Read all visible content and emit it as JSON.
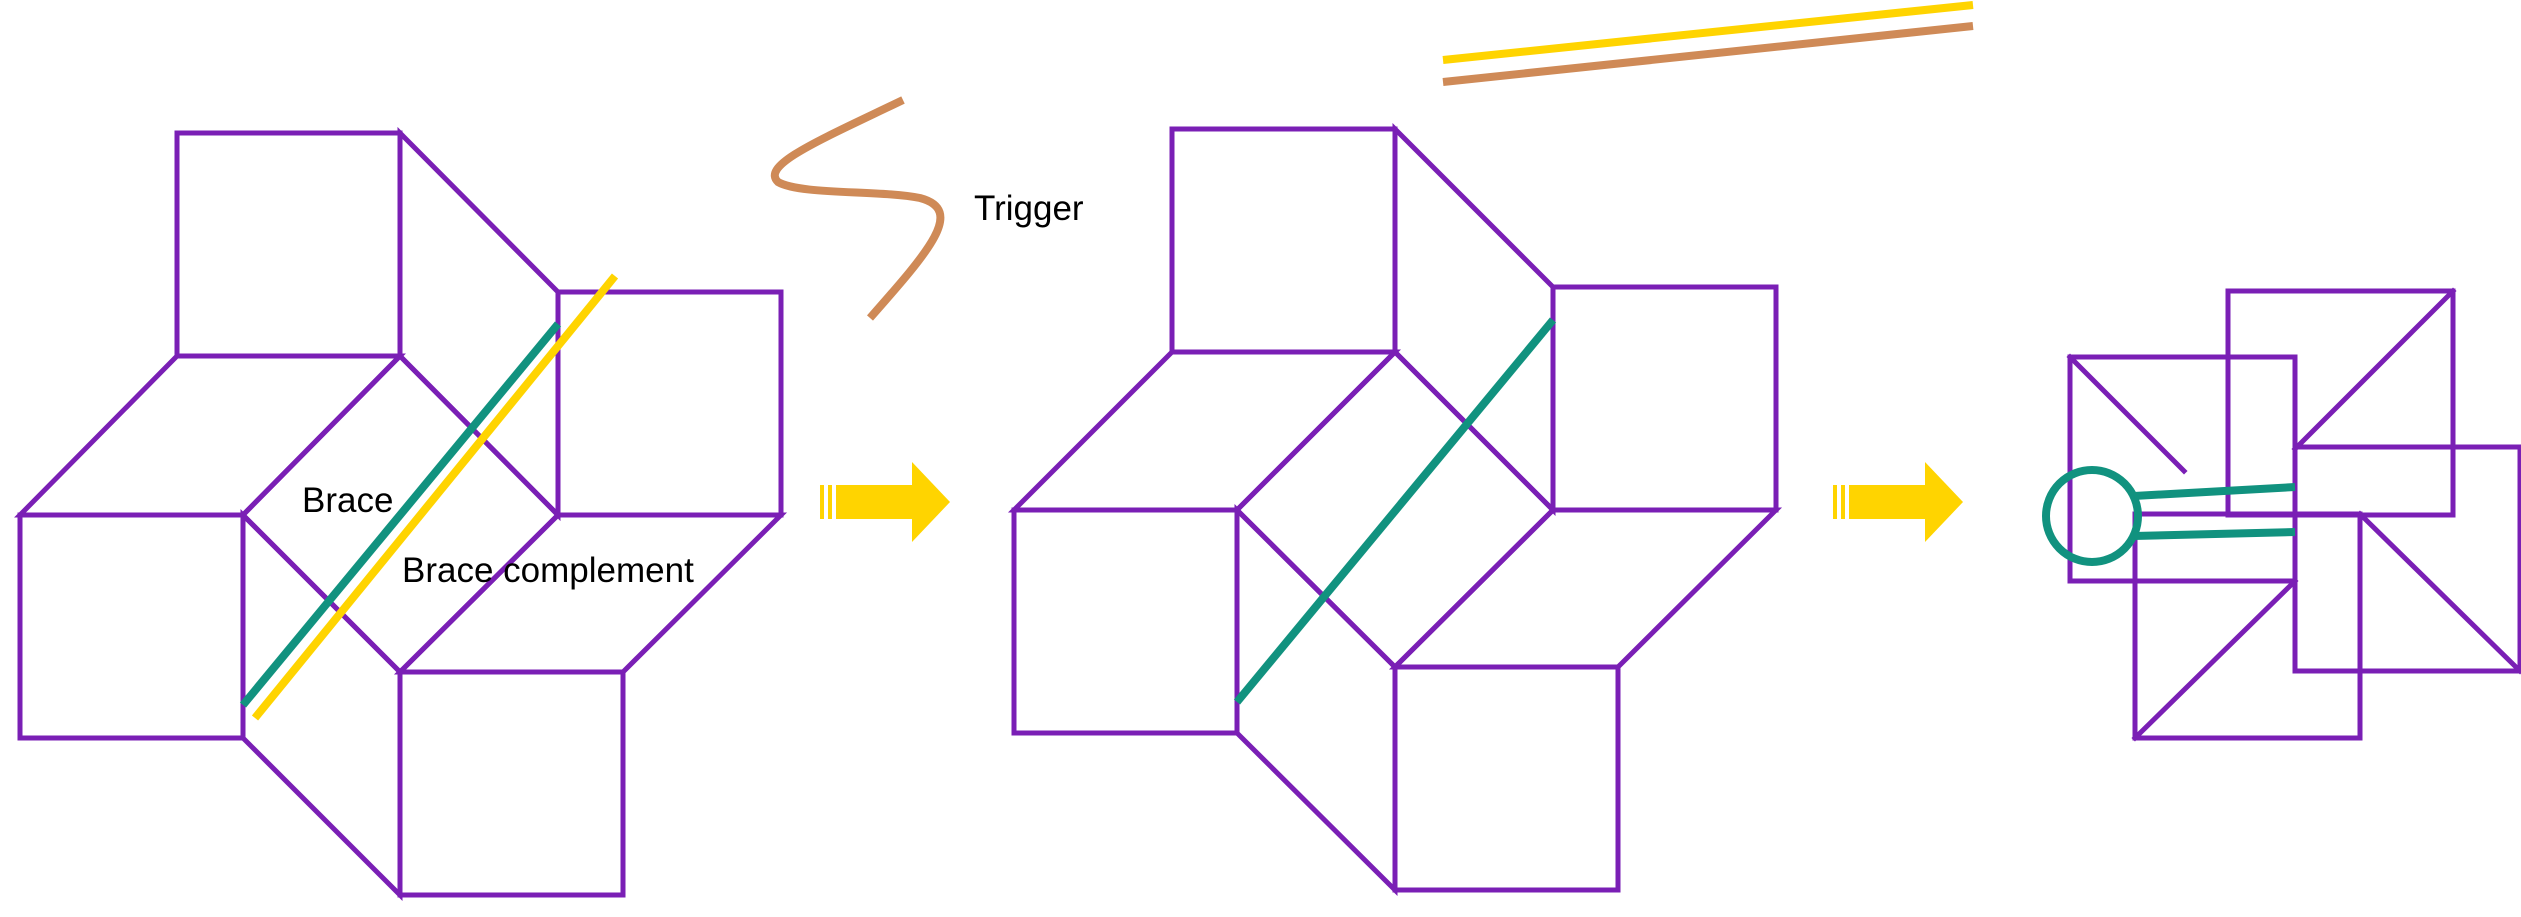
{
  "colors": {
    "frame": "#7a1fb5",
    "brace": "#11927f",
    "brace_complement": "#ffd400",
    "trigger": "#cf8a57",
    "arrow": "#ffd400"
  },
  "labels": {
    "brace": "Brace",
    "brace_complement": "Brace complement",
    "trigger": "Trigger"
  }
}
